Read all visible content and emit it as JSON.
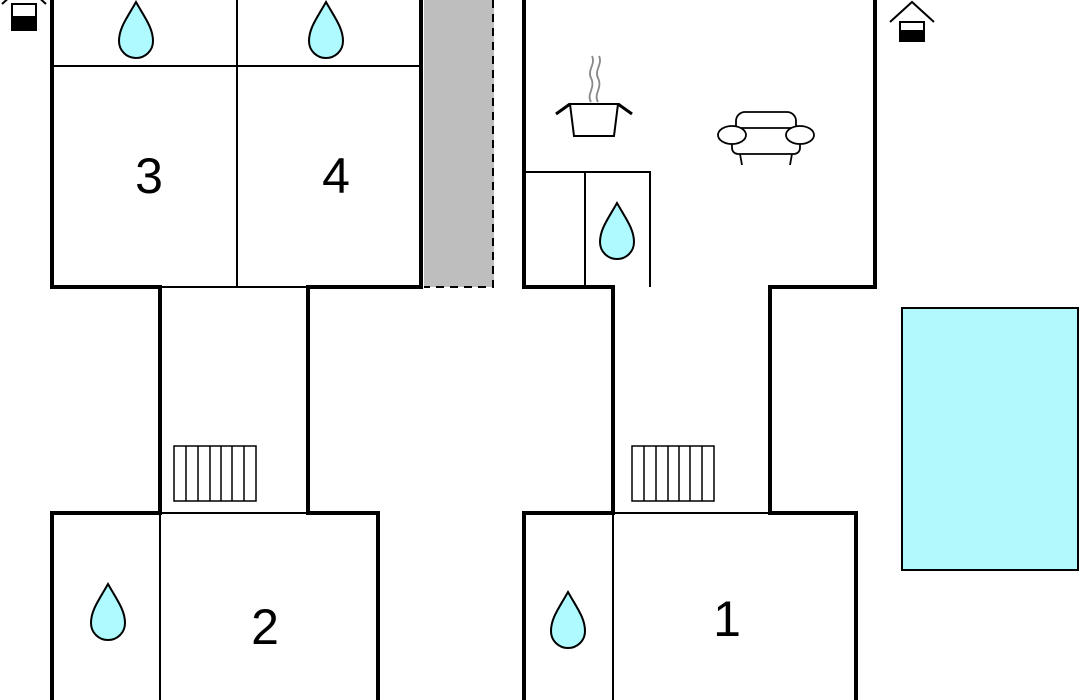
{
  "colors": {
    "water": "#aefaff",
    "pool": "#b2f9fd",
    "terrace": "#bebebe",
    "wall": "#000000"
  },
  "rooms": {
    "r1": "1",
    "r2": "2",
    "r3": "3",
    "r4": "4"
  },
  "icons": {
    "water": "water-drop-icon",
    "stairs": "stairs-icon",
    "cooking_pot": "cooking-pot-icon",
    "sofa": "sofa-icon",
    "house": "house-icon",
    "pool": "pool"
  }
}
